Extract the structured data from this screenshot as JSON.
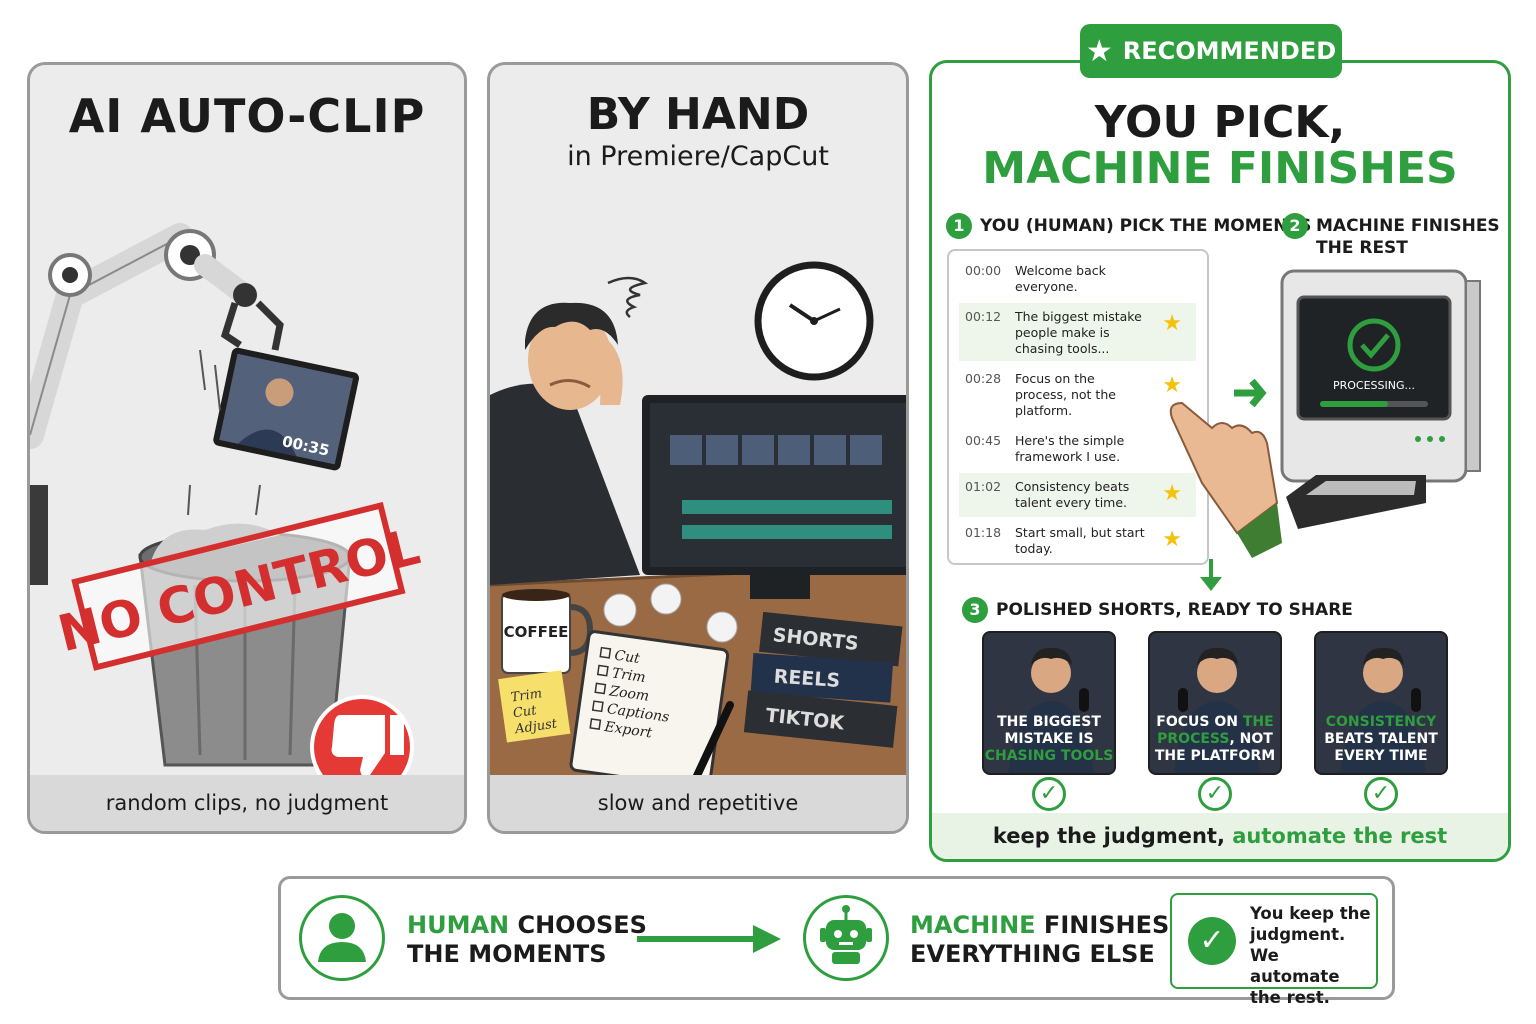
{
  "panel_ai": {
    "title": "AI  AUTO-CLIP",
    "clip_time": "00:35",
    "stamp": "NO CONTROL",
    "footer": "random clips, no judgment"
  },
  "panel_hand": {
    "title": "BY HAND",
    "subtitle": "in Premiere/CapCut",
    "mug_label": "COFFEE",
    "sticky_lines": [
      "Trim",
      "Cut",
      "Adjust"
    ],
    "checklist": [
      "Cut",
      "Trim",
      "Zoom",
      "Captions",
      "Export"
    ],
    "books": [
      "SHORTS",
      "REELS",
      "TIKTOK"
    ],
    "footer": "slow and repetitive"
  },
  "panel_rec": {
    "badge": "RECOMMENDED",
    "title_line1": "YOU PICK,",
    "title_line2": "MACHINE FINISHES",
    "step1": {
      "num": "1",
      "label": "YOU (HUMAN) PICK THE MOMENTS"
    },
    "step2": {
      "num": "2",
      "label_line1": "MACHINE FINISHES",
      "label_line2": "THE REST"
    },
    "step3": {
      "num": "3",
      "label": "POLISHED SHORTS, READY TO SHARE"
    },
    "transcript": [
      {
        "time": "00:00",
        "text": "Welcome back everyone.",
        "starred": false
      },
      {
        "time": "00:12",
        "text": "The biggest mistake people make is chasing tools...",
        "starred": true
      },
      {
        "time": "00:28",
        "text": "Focus on the process, not the platform.",
        "starred": true
      },
      {
        "time": "00:45",
        "text": "Here's the simple framework I use.",
        "starred": false
      },
      {
        "time": "01:02",
        "text": "Consistency beats talent every time.",
        "starred": true
      },
      {
        "time": "01:18",
        "text": "Start small, but start today.",
        "starred": true
      }
    ],
    "machine_status": "PROCESSING...",
    "shorts": [
      {
        "lines": [
          {
            "w": "THE BIGGEST",
            "g": ""
          },
          {
            "w": "MISTAKE IS",
            "g": ""
          },
          {
            "w": "",
            "g": "CHASING TOOLS"
          }
        ]
      },
      {
        "lines": [
          {
            "w": "FOCUS ON ",
            "g": "THE"
          },
          {
            "w": "",
            "g": "PROCESS",
            "w2": ", NOT"
          },
          {
            "w": "THE PLATFORM",
            "g": ""
          }
        ]
      },
      {
        "lines": [
          {
            "w": "",
            "g": "CONSISTENCY"
          },
          {
            "w": "BEATS TALENT",
            "g": ""
          },
          {
            "w": "EVERY TIME",
            "g": ""
          }
        ]
      }
    ],
    "footer_dark": "keep the judgment,",
    "footer_green": " automate the rest"
  },
  "bottom": {
    "human_green": "HUMAN",
    "human_rest1": " CHOOSES",
    "human_rest2": "THE MOMENTS",
    "machine_green": "MACHINE",
    "machine_rest1": " FINISHES",
    "machine_rest2": "EVERYTHING ELSE",
    "keep_text": "You keep the judgment. We automate the rest."
  },
  "colors": {
    "brand_green": "#2e9e3f",
    "stamp_red": "#d32f2f",
    "star_yellow": "#f4c20d"
  }
}
